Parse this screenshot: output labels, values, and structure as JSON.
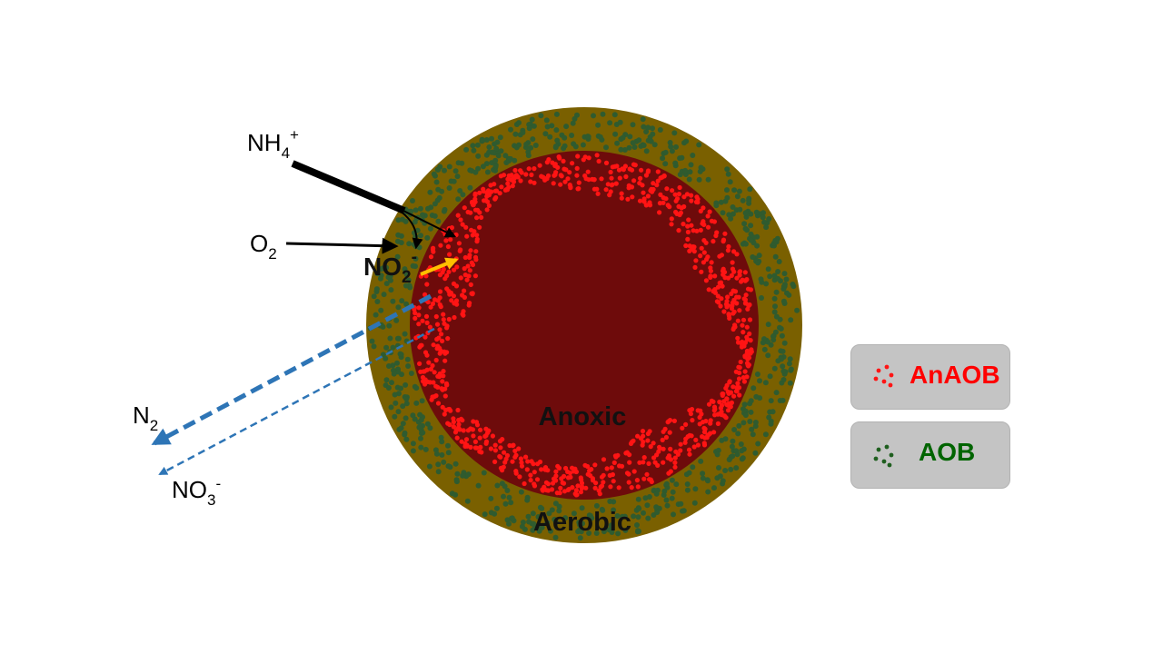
{
  "colors": {
    "aerobic_layer": "#7a6000",
    "anoxic_core": "#6e0b0b",
    "anaob_dots": "#ff1414",
    "aob_dots": "#2f5b2f",
    "legend_bg": "#c4c4c4",
    "anaob_text": "#ff0000",
    "aob_text": "#006400",
    "nitrogen_arrows": "#2e75b6",
    "nitrite_arrow": "#ffc000",
    "black_arrows": "#000000"
  },
  "zones": {
    "inner": "Anoxic",
    "outer": "Aerobic"
  },
  "species": {
    "nh4": {
      "base": "NH",
      "sub": "4",
      "sup": "+"
    },
    "o2": {
      "base": "O",
      "sub": "2"
    },
    "no2": {
      "base": "NO",
      "sub": "2",
      "sup": "-"
    },
    "n2": {
      "base": "N",
      "sub": "2"
    },
    "no3": {
      "base": "NO",
      "sub": "3",
      "sup": "-"
    }
  },
  "legend": {
    "anaob": "AnAOB",
    "aob": "AOB"
  }
}
